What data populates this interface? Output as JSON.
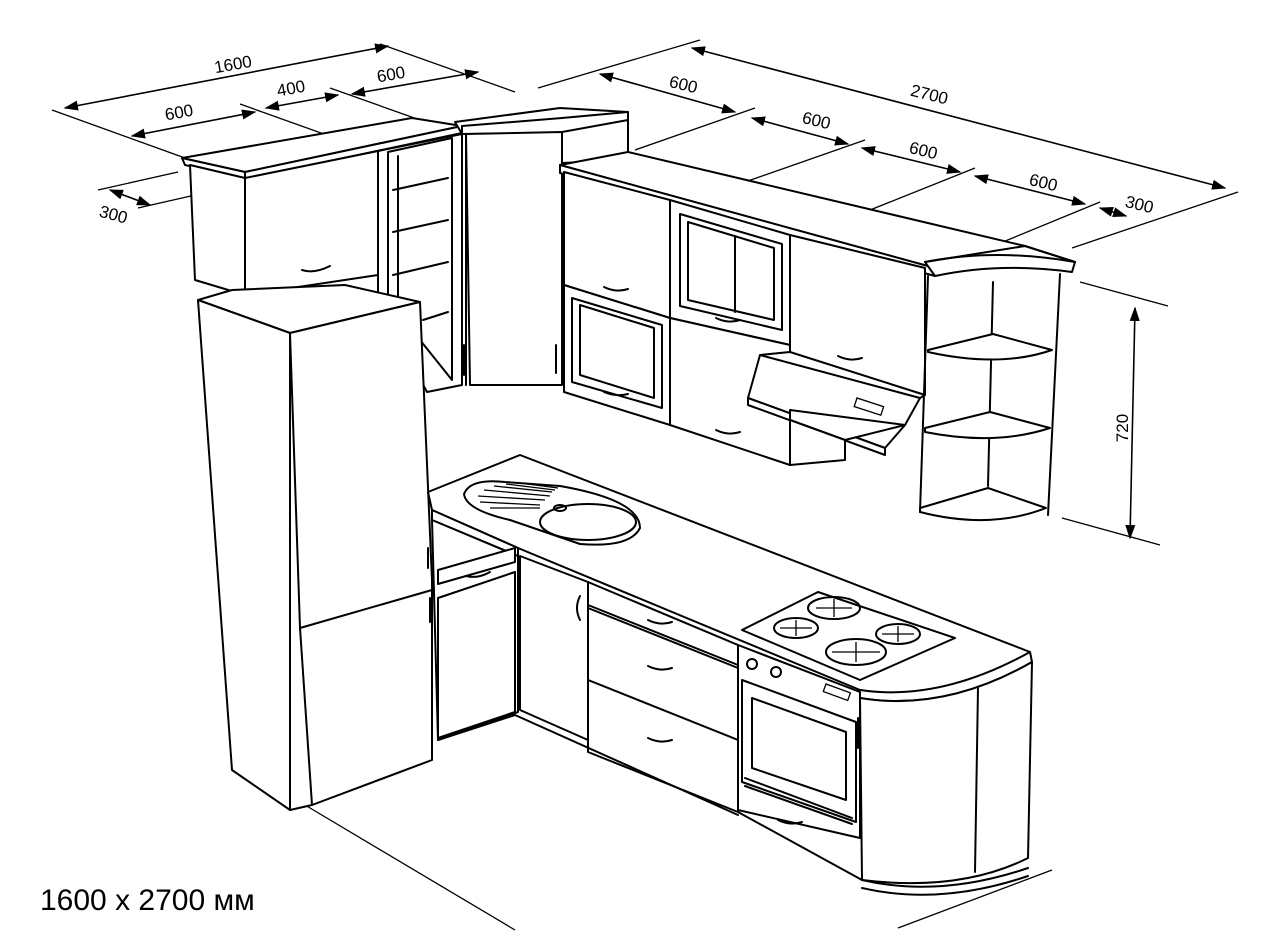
{
  "dimensions": {
    "upper_left_total": "1600",
    "upper_left_600": "600",
    "upper_left_400": "400",
    "upper_left_600b": "600",
    "left_depth_300": "300",
    "right_total": "2700",
    "right_600a": "600",
    "right_600b": "600",
    "right_600c": "600",
    "right_600d": "600",
    "right_300": "300",
    "height_720": "720"
  },
  "caption": "1600 x 2700 мм",
  "colors": {
    "line": "#000000",
    "background": "#ffffff"
  },
  "icons": [
    "sink",
    "cooktop",
    "range-hood",
    "oven",
    "refrigerator",
    "corner-shelf"
  ]
}
